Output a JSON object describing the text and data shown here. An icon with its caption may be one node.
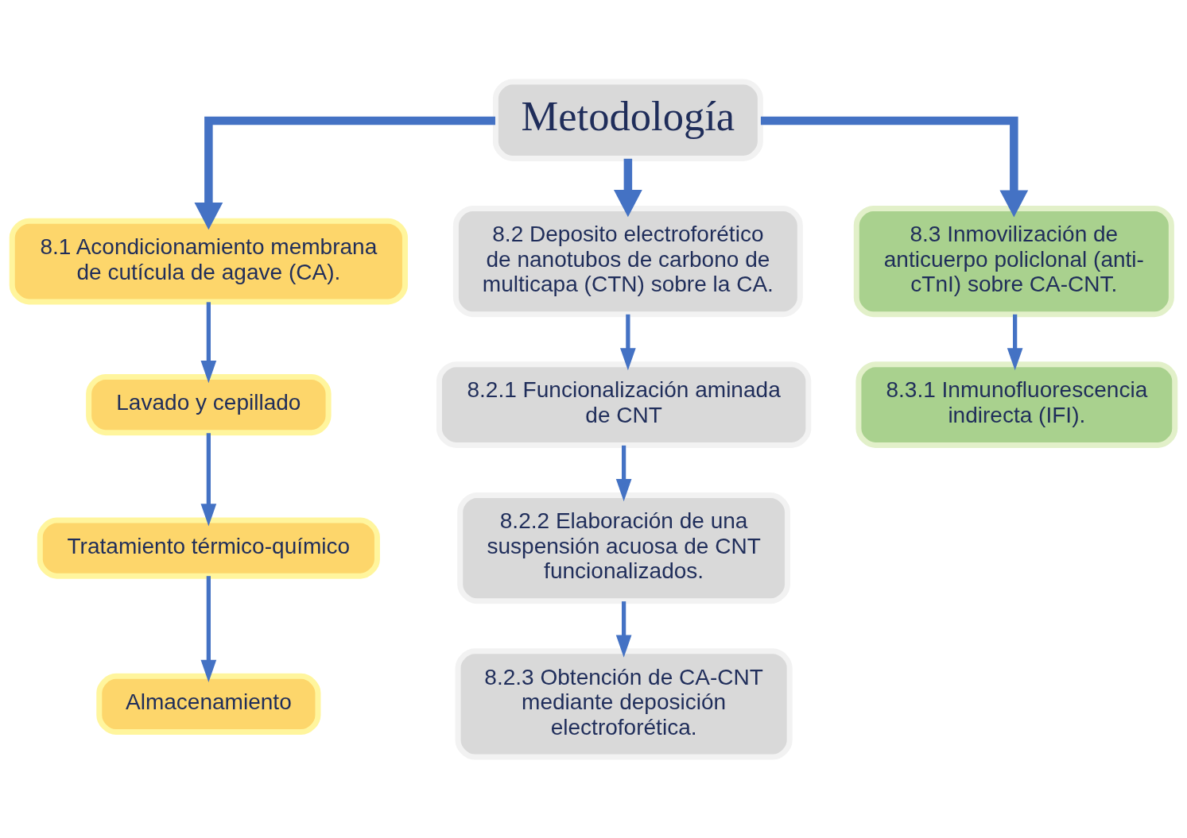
{
  "diagram": {
    "nodes": [
      {
        "text": [
          "Metodología"
        ]
      },
      {
        "text": [
          "8.1 Acondicionamiento membrana de cutícula de agave (CA)."
        ]
      },
      {
        "text": [
          "Lavado y cepillado"
        ]
      },
      {
        "text": [
          "Tratamiento térmico-químico"
        ]
      },
      {
        "text": [
          "Almacenamiento"
        ]
      },
      {
        "text": [
          "8.2 Deposito electroforético de nanotubos de carbono de multicapa (CTN) sobre la CA."
        ]
      },
      {
        "text": [
          "8.2.1 Funcionalización aminada de CNT"
        ]
      },
      {
        "text": [
          "8.2.2 Elaboración de una suspensión acuosa de CNT funcionalizados."
        ]
      },
      {
        "text": [
          "8.2.3 Obtención de CA-CNT mediante deposición electroforética."
        ]
      },
      {
        "text": [
          "8.3 Inmovilización de anticuerpo policlonal (anti-cTnI) sobre CA-CNT."
        ]
      },
      {
        "text": [
          "8.3.1 Inmunofluorescencia indirecta (IFI)."
        ]
      }
    ],
    "edges": [
      {
        "from": 0,
        "to": 1,
        "arrow": "to",
        "style": "thick"
      },
      {
        "from": 0,
        "to": 5,
        "arrow": "to",
        "style": "thick"
      },
      {
        "from": 0,
        "to": 9,
        "arrow": "to",
        "style": "thick"
      },
      {
        "from": 1,
        "to": 2,
        "arrow": "to"
      },
      {
        "from": 2,
        "to": 3,
        "arrow": "to"
      },
      {
        "from": 3,
        "to": 4,
        "arrow": "to"
      },
      {
        "from": 5,
        "to": 6,
        "arrow": "to"
      },
      {
        "from": 6,
        "to": 7,
        "arrow": "to"
      },
      {
        "from": 7,
        "to": 8,
        "arrow": "to"
      },
      {
        "from": 9,
        "to": 10,
        "arrow": "to"
      }
    ]
  }
}
